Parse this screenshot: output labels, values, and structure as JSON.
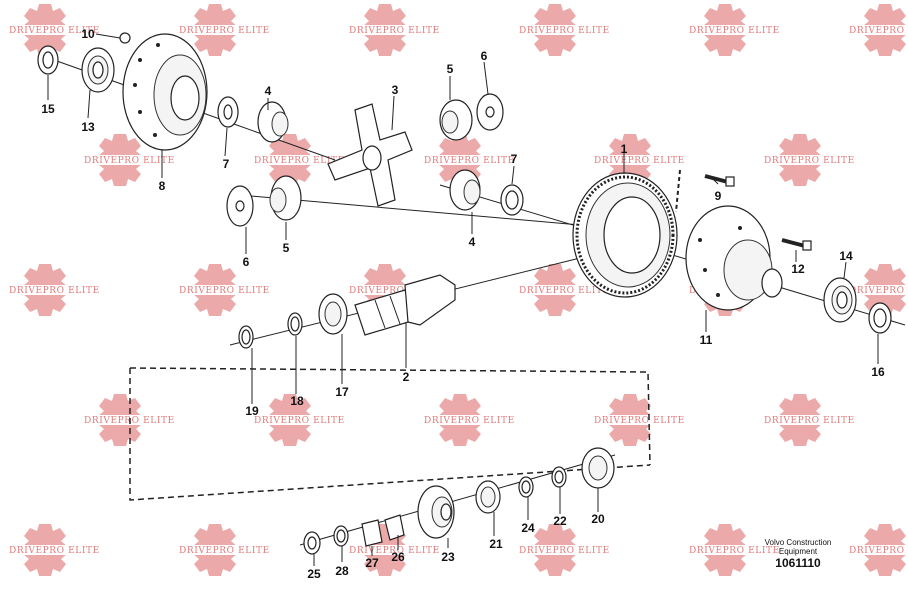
{
  "watermark": {
    "text": "DRIVEPRO ELITE",
    "color": "#e07a7a"
  },
  "caption": {
    "line1": "Volvo Construction",
    "line2": "Equipment",
    "reference": "1061110"
  },
  "labels": [
    {
      "id": "lbl-10",
      "text": "10"
    },
    {
      "id": "lbl-15",
      "text": "15"
    },
    {
      "id": "lbl-13",
      "text": "13"
    },
    {
      "id": "lbl-8",
      "text": "8"
    },
    {
      "id": "lbl-7a",
      "text": "7"
    },
    {
      "id": "lbl-4a",
      "text": "4"
    },
    {
      "id": "lbl-3",
      "text": "3"
    },
    {
      "id": "lbl-5a",
      "text": "5"
    },
    {
      "id": "lbl-6a",
      "text": "6"
    },
    {
      "id": "lbl-7b",
      "text": "7"
    },
    {
      "id": "lbl-1",
      "text": "1"
    },
    {
      "id": "lbl-9",
      "text": "9"
    },
    {
      "id": "lbl-6b",
      "text": "6"
    },
    {
      "id": "lbl-5b",
      "text": "5"
    },
    {
      "id": "lbl-4b",
      "text": "4"
    },
    {
      "id": "lbl-12",
      "text": "12"
    },
    {
      "id": "lbl-14",
      "text": "14"
    },
    {
      "id": "lbl-11",
      "text": "11"
    },
    {
      "id": "lbl-16",
      "text": "16"
    },
    {
      "id": "lbl-2",
      "text": "2"
    },
    {
      "id": "lbl-17",
      "text": "17"
    },
    {
      "id": "lbl-18",
      "text": "18"
    },
    {
      "id": "lbl-19",
      "text": "19"
    },
    {
      "id": "lbl-20",
      "text": "20"
    },
    {
      "id": "lbl-22",
      "text": "22"
    },
    {
      "id": "lbl-24",
      "text": "24"
    },
    {
      "id": "lbl-21",
      "text": "21"
    },
    {
      "id": "lbl-23",
      "text": "23"
    },
    {
      "id": "lbl-26",
      "text": "26"
    },
    {
      "id": "lbl-27",
      "text": "27"
    },
    {
      "id": "lbl-28",
      "text": "28"
    },
    {
      "id": "lbl-25",
      "text": "25"
    }
  ]
}
